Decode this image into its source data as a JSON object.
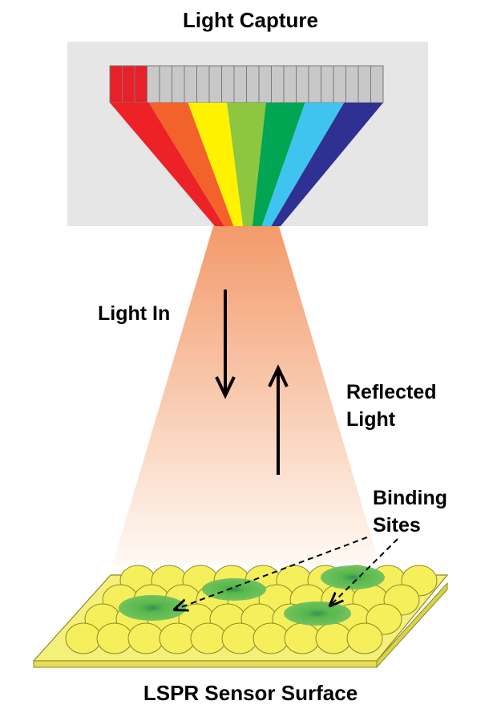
{
  "labels": {
    "top": "Light Capture",
    "light_in": "Light In",
    "reflected_line1": "Reflected",
    "reflected_line2": "Light",
    "binding_line1": "Binding",
    "binding_line2": "Sites",
    "bottom": "LSPR Sensor Surface"
  },
  "colors": {
    "panel": "#e6e6e6",
    "cell_red": "#e8202a",
    "cell_gray": "#c8c8c8",
    "spectrum": [
      "#ec2227",
      "#f3622a",
      "#fff200",
      "#8dc63f",
      "#00a651",
      "#3fc4f0",
      "#2e3192"
    ],
    "beam_top": "#f39a6a",
    "beam_bottom": "#fffaf5",
    "surface": "#f4f07a",
    "sphere": "#f5ef5b",
    "binding_site": "#4fb54a"
  },
  "icons": {
    "light_in_arrow": "arrow-down-icon",
    "reflected_arrow": "arrow-up-icon"
  }
}
